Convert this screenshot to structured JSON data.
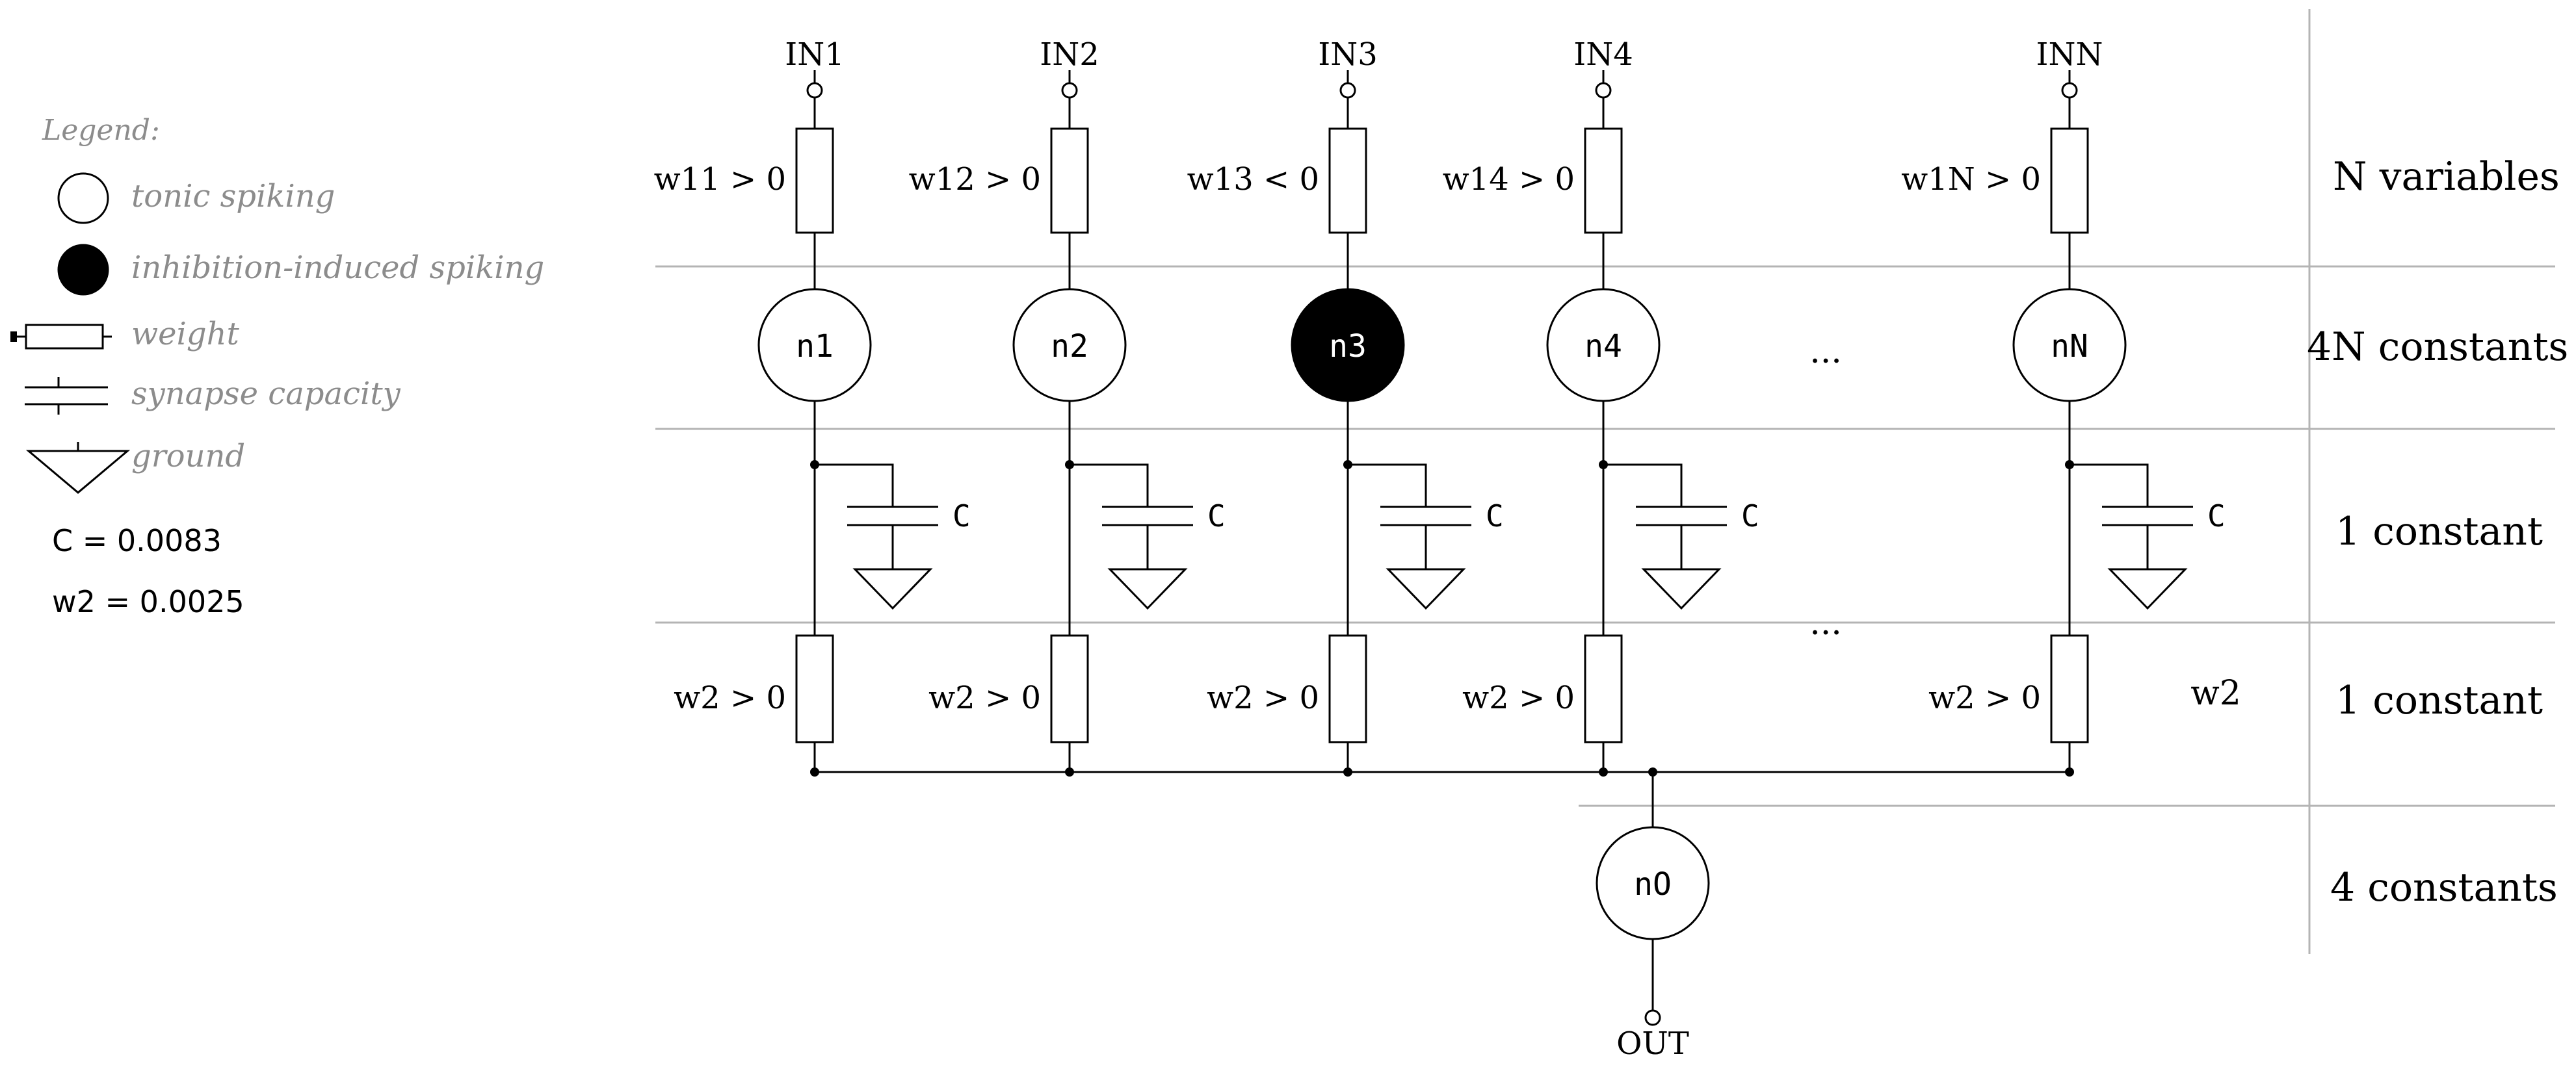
{
  "legend": {
    "title": "Legend:",
    "tonic_spiking": "tonic spiking",
    "inhibition_induced_spiking": "inhibition-induced spiking",
    "weight": "weight",
    "synapse_capacity": "synapse capacity",
    "ground": "ground",
    "c_value": "C = 0.0083",
    "w2_value": "w2 = 0.0025"
  },
  "columns": [
    {
      "input": "IN1",
      "weight_in": "w11 > 0",
      "neuron": "n1",
      "inhibition": false,
      "cap": "C",
      "weight_out": "w2 > 0"
    },
    {
      "input": "IN2",
      "weight_in": "w12 > 0",
      "neuron": "n2",
      "inhibition": false,
      "cap": "C",
      "weight_out": "w2 > 0"
    },
    {
      "input": "IN3",
      "weight_in": "w13 < 0",
      "neuron": "n3",
      "inhibition": true,
      "cap": "C",
      "weight_out": "w2 > 0"
    },
    {
      "input": "IN4",
      "weight_in": "w14 > 0",
      "neuron": "n4",
      "inhibition": false,
      "cap": "C",
      "weight_out": "w2 > 0"
    },
    {
      "input": "INN",
      "weight_in": "w1N > 0",
      "neuron": "nN",
      "inhibition": false,
      "cap": "C",
      "weight_out": "w2 > 0"
    }
  ],
  "ellipsis": "...",
  "w2_label": "w2",
  "output": {
    "neuron": "nO",
    "label": "OUT"
  },
  "rows": [
    "N variables",
    "4N constants",
    "1 constant",
    "1 constant",
    "4 constants"
  ],
  "colors": {
    "line": "#000000",
    "divider": "#b4b4b4",
    "legend_text": "#8c8c8c",
    "inhibition_fill": "#000000",
    "tonic_fill": "#ffffff"
  }
}
